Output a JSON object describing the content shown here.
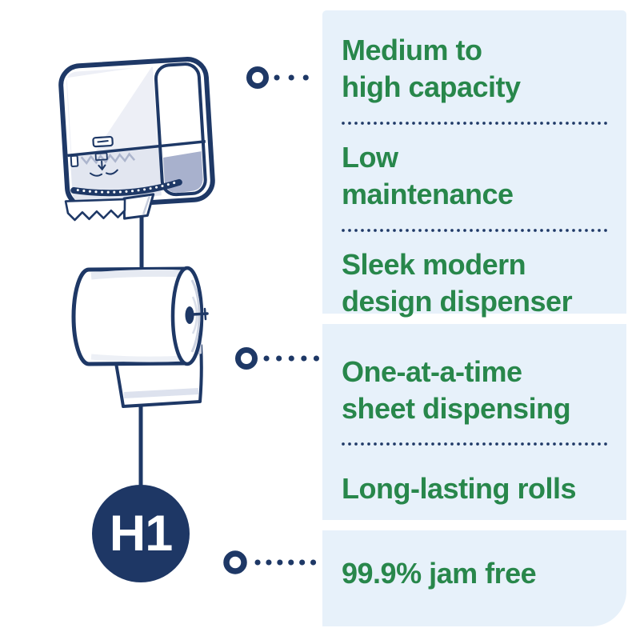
{
  "badge": {
    "label": "H1"
  },
  "colors": {
    "background": "#ffffff",
    "panel_bg": "#e7f1fa",
    "feature_green": "#28874b",
    "navy": "#1e3866",
    "badge_navy": "#1e3765"
  },
  "panels": [
    {
      "features": [
        "Medium to\nhigh capacity",
        "Low\nmaintenance",
        "Sleek modern\ndesign dispenser"
      ]
    },
    {
      "features": [
        "One-at-a-time\nsheet dispensing",
        "Long-lasting rolls"
      ]
    },
    {
      "features": [
        "99.9% jam free"
      ]
    }
  ],
  "illustration": {
    "dispenser": "hand-towel-roll-dispenser",
    "roll": "paper-towel-roll",
    "system": "H1"
  }
}
